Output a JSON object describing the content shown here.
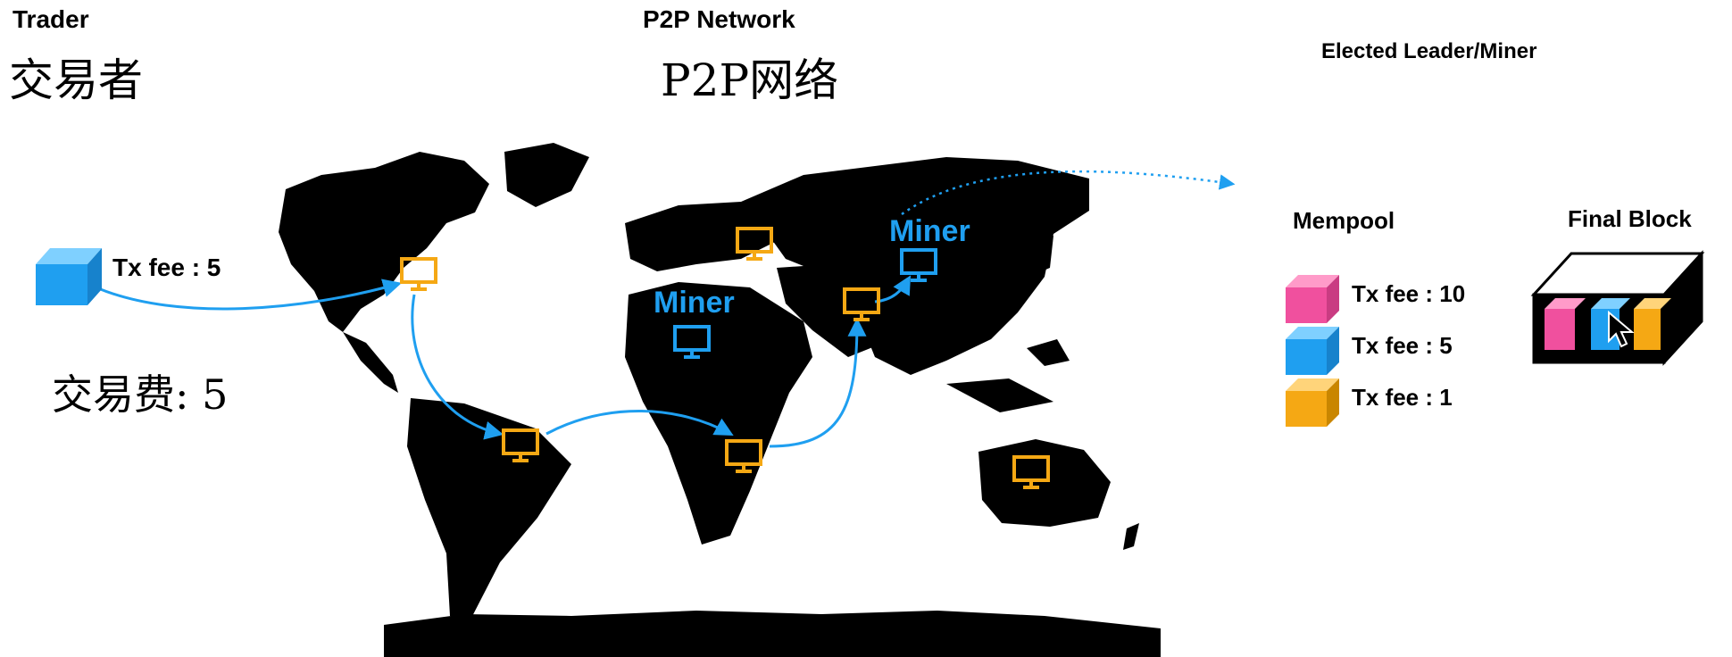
{
  "colors": {
    "accent_blue": "#1f9ff0",
    "node_orange": "#f5a814",
    "tx_pink": "#f0509e",
    "tx_blue": "#1f9ff0",
    "tx_orange": "#f5a814",
    "map": "#000000"
  },
  "trader": {
    "title_en": "Trader",
    "title_zh": "交易者",
    "fee_label": "Tx fee : 5",
    "fee_label_zh": "交易费: 5"
  },
  "network": {
    "title_en": "P2P Network",
    "title_zh": "P2P网络",
    "miner_labels": [
      "Miner",
      "Miner"
    ],
    "node_icon": "monitor-icon"
  },
  "leader": {
    "title": "Elected Leader/Miner"
  },
  "mempool": {
    "title": "Mempool",
    "items": [
      {
        "label": "Tx fee : 10",
        "color": "#f0509e"
      },
      {
        "label": "Tx fee : 5",
        "color": "#1f9ff0"
      },
      {
        "label": "Tx fee : 1",
        "color": "#f5a814"
      }
    ]
  },
  "final_block": {
    "title": "Final Block",
    "icon": "cursor-icon"
  }
}
